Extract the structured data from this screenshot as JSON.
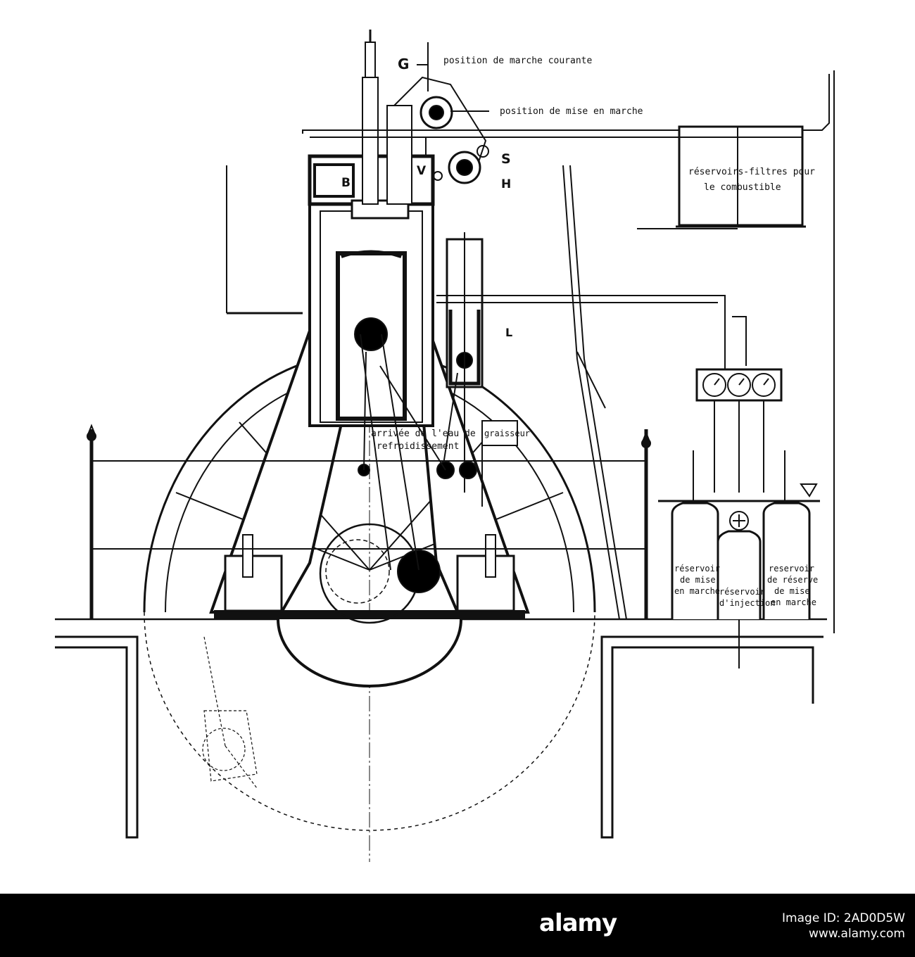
{
  "labels": {
    "G": "G",
    "B": "B",
    "V": "V",
    "S": "S",
    "H": "H",
    "L": "L",
    "marche_courante": "position de marche courante",
    "mise_en_marche": "position de mise en marche",
    "reservoirs_1": "réservoirs-filtres pour",
    "reservoirs_2": "le combustible",
    "eau_1": "arrivée de l'eau de",
    "eau_2": "refroidissement",
    "graisseur": "graisseur",
    "res_mise_1": "réservoir",
    "res_mise_2": "de mise",
    "res_mise_3": "en marche",
    "res_inj_1": "réservoir",
    "res_inj_2": "d'injection",
    "res_reserve_1": "reservoir",
    "res_reserve_2": "de réserve",
    "res_reserve_3": "de mise",
    "res_reserve_4": "en marche"
  },
  "watermark": {
    "logo": "alamy",
    "image_id": "Image ID: 2AD0D5W",
    "site": "www.alamy.com"
  }
}
